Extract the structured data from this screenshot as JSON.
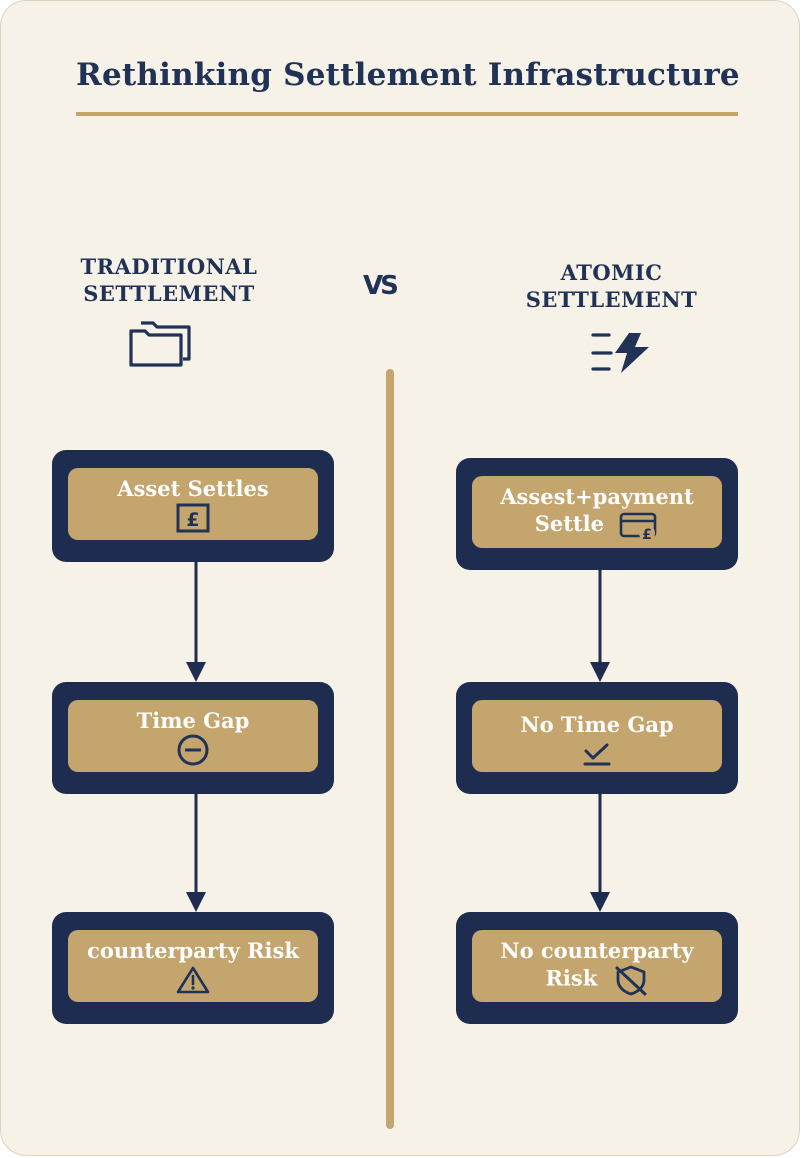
{
  "title": "Rethinking Settlement Infrastructure",
  "vs_label": "VS",
  "colors": {
    "navy": "#1d2c4f",
    "gold": "#c4a56e",
    "background": "#f7f2e8",
    "text_light": "#ffffff"
  },
  "left": {
    "heading_line1": "TRADITIONAL",
    "heading_line2": "SETTLEMENT",
    "heading_icon": "folders-icon",
    "steps": [
      {
        "label": "Asset Settles",
        "icon": "pound-box-icon"
      },
      {
        "label": "Time Gap",
        "icon": "minus-circle-icon"
      },
      {
        "label": "counterparty Risk",
        "icon": "warning-triangle-icon"
      }
    ]
  },
  "right": {
    "heading_line1": "ATOMIC",
    "heading_line2": "SETTLEMENT",
    "heading_icon": "fast-lightning-icon",
    "steps": [
      {
        "label_line1": "Assest+payment",
        "label_line2": "Settle",
        "icon": "card-pound-icon"
      },
      {
        "label": "No Time Gap",
        "icon": "check-underline-icon"
      },
      {
        "label_line1": "No counterparty",
        "label_line2": "Risk",
        "icon": "shield-off-icon"
      }
    ]
  }
}
